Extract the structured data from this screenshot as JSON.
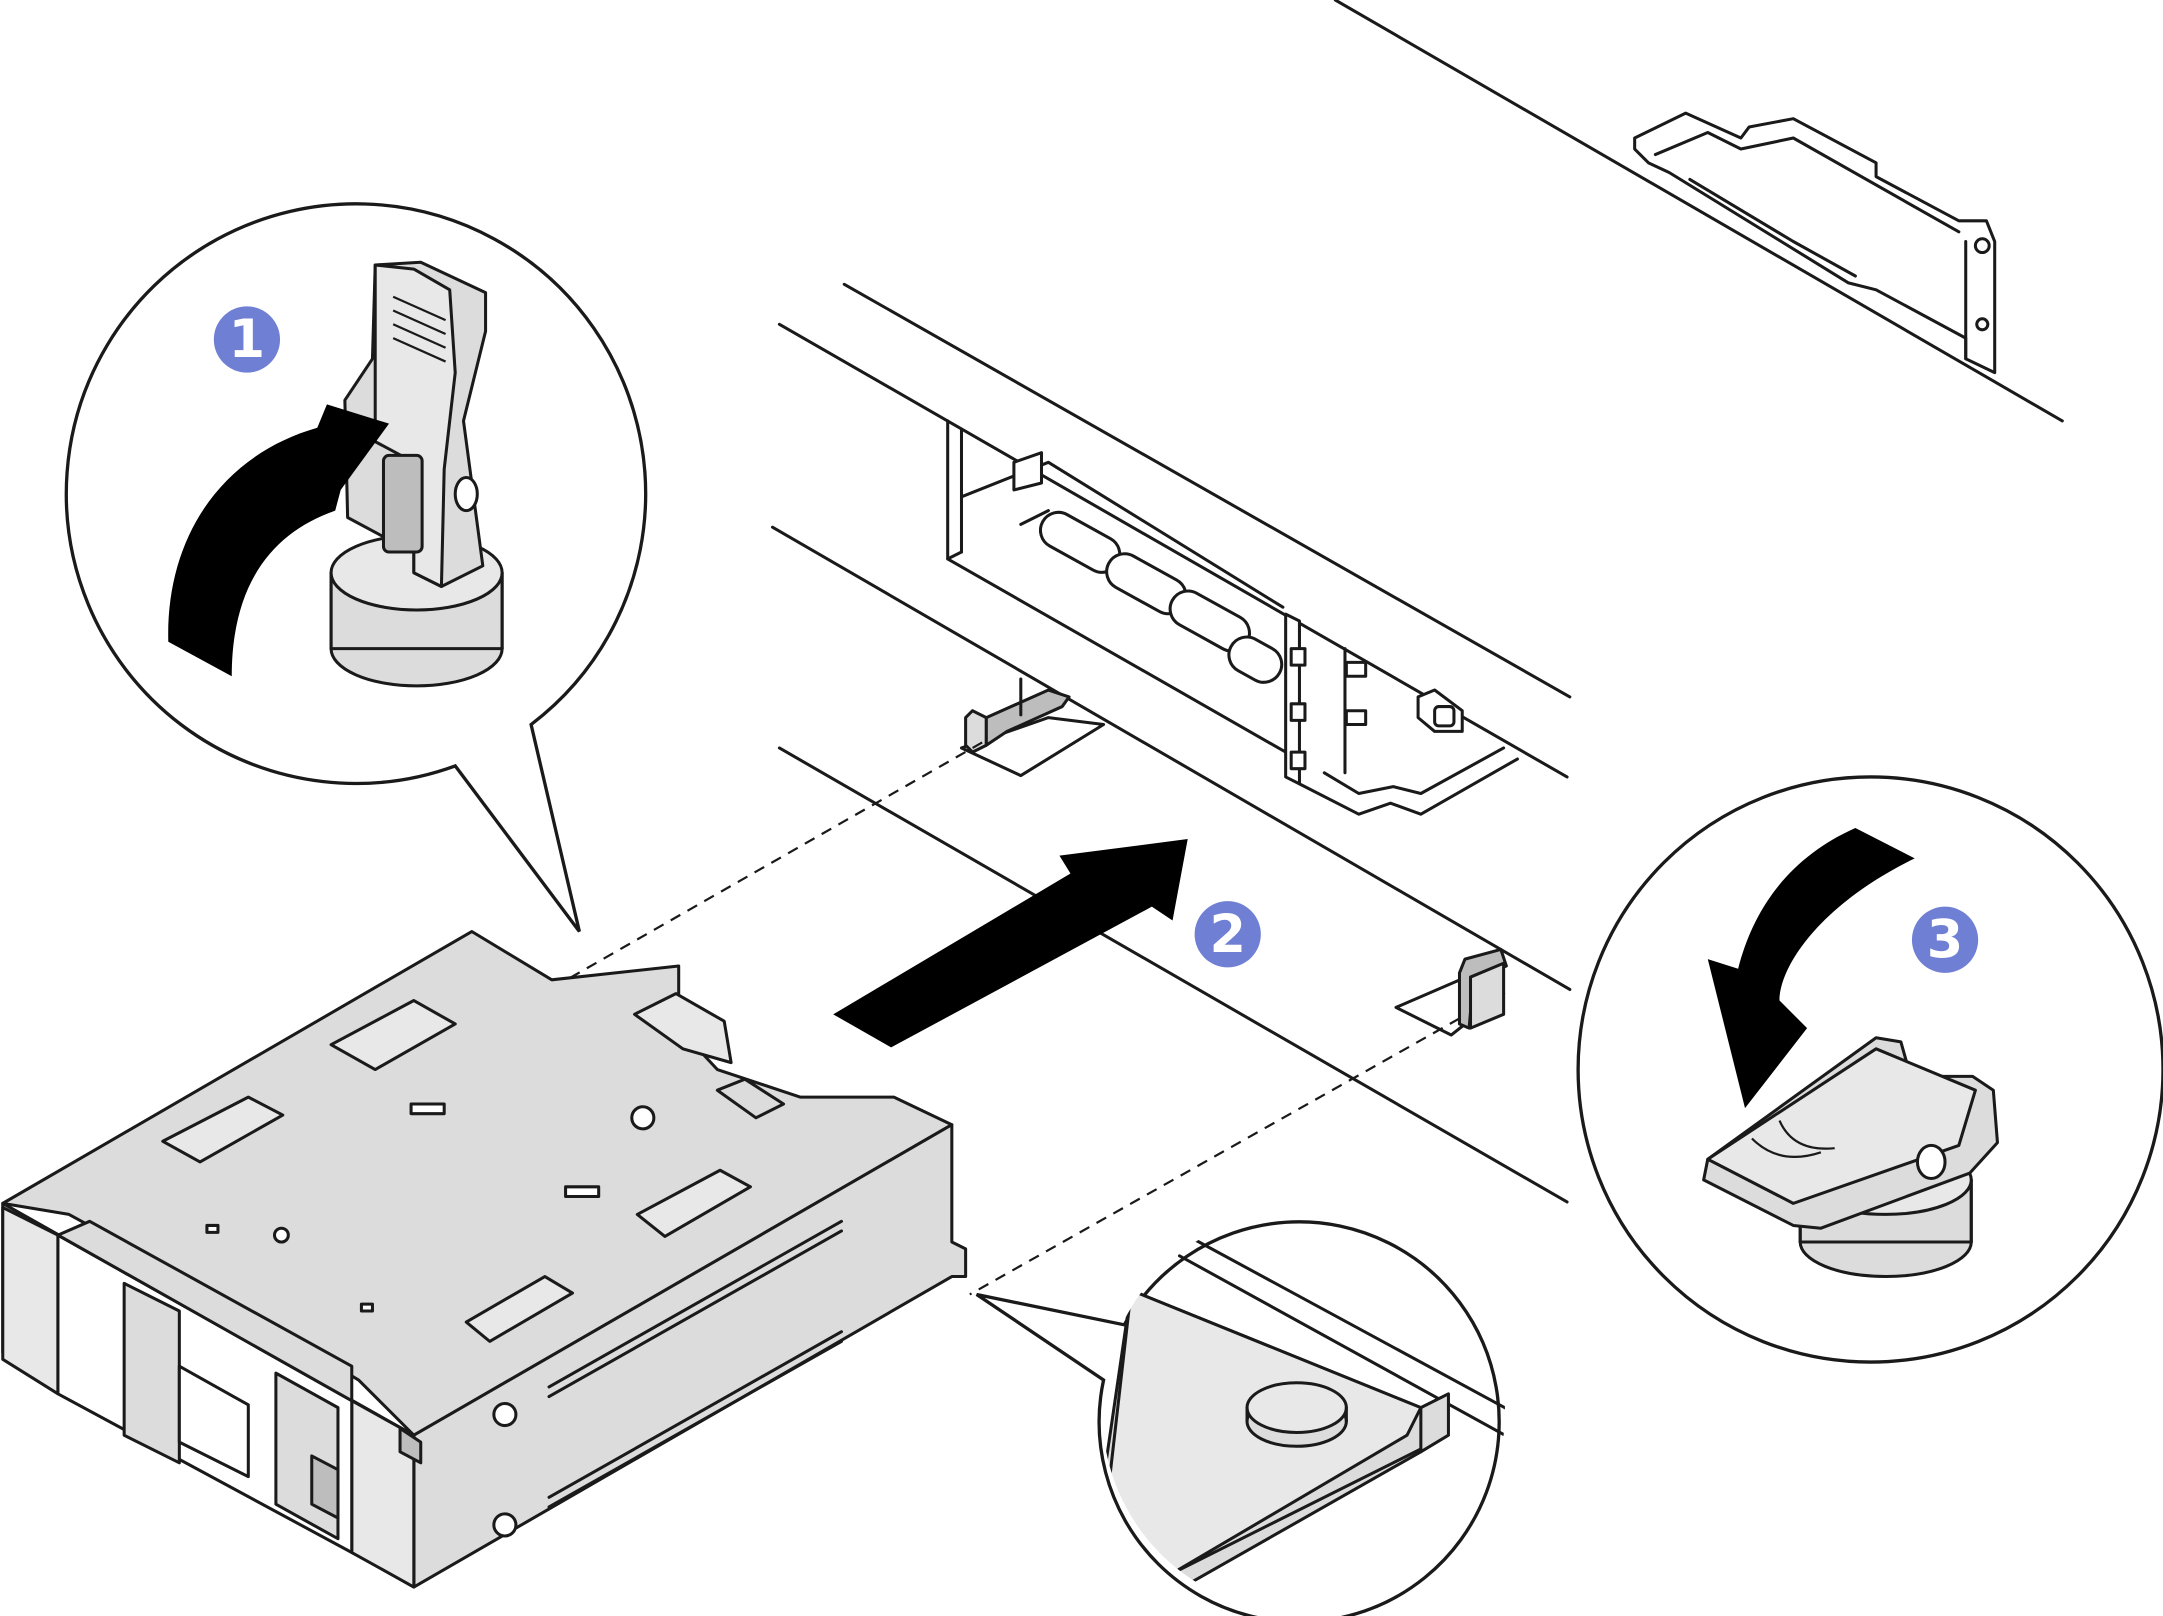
{
  "steps": [
    {
      "number": "1"
    },
    {
      "number": "2"
    },
    {
      "number": "3"
    }
  ],
  "colors": {
    "badge": "#6f7fd4",
    "metal": "#dcdcdc",
    "outline": "#1a1a1a",
    "arrow": "#000000"
  },
  "icons": {
    "step1": "latch-open-arrow",
    "step2": "slide-in-arrow",
    "step3": "latch-close-arrow"
  }
}
